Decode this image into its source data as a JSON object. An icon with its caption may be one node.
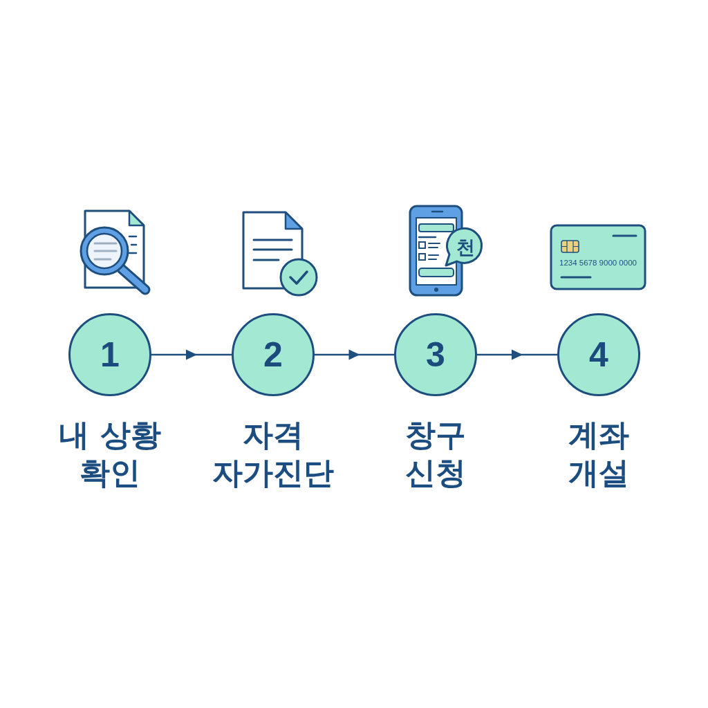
{
  "diagram": {
    "nodes": [
      {
        "text": [
          "1"
        ],
        "beside": [
          "내 상황 확인"
        ]
      },
      {
        "text": [
          "2"
        ],
        "beside": [
          "자격 자가진단"
        ]
      },
      {
        "text": [
          "3"
        ],
        "beside": [
          "창구 신청"
        ]
      },
      {
        "text": [
          "4"
        ],
        "beside": [
          "계좌 개설"
        ]
      }
    ],
    "edges": [
      {
        "from": 0,
        "to": 1,
        "arrow": "to"
      },
      {
        "from": 1,
        "to": 2,
        "arrow": "to"
      },
      {
        "from": 2,
        "to": 3,
        "arrow": "to"
      }
    ],
    "labels": [
      "천",
      "1234 5678 9000 0000"
    ]
  }
}
